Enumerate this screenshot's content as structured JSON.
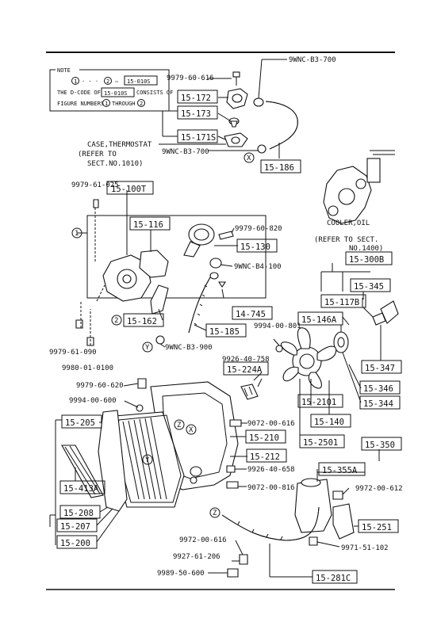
{
  "note": {
    "title": "NOTE",
    "line1_a": "1",
    "line1_dots": "· · ·",
    "line1_b": "2",
    "line1_arrow": "⇨",
    "line1_code": "15-010S",
    "line2_a": "THE D-CODE OF",
    "line2_code": "15-010S",
    "line2_b": "CONSISTS OF",
    "line3_a": "FIGURE NUMBERS",
    "line3_n1": "1",
    "line3_b": "THROUGH",
    "line3_n2": "2"
  },
  "boxes": {
    "b15_172": "15-172",
    "b15_173": "15-173",
    "b15_171S": "15-171S",
    "b15_186": "15-186",
    "b15_100T": "15-100T",
    "b15_116": "15-116",
    "b15_130": "15-130",
    "b15_162": "15-162",
    "b14_745": "14-745",
    "b15_185": "15-185",
    "b15_300B": "15-300B",
    "b15_345": "15-345",
    "b15_117B": "15-117B",
    "b15_146A": "15-146A",
    "b15_347": "15-347",
    "b15_346": "15-346",
    "b15_344": "15-344",
    "b15_224A": "15-224A",
    "b15_2101": "15-2101",
    "b15_140": "15-140",
    "b15_2501": "15-2501",
    "b15_205": "15-205",
    "b15_210": "15-210",
    "b15_212": "15-212",
    "b15_413A": "15-413A",
    "b15_208": "15-208",
    "b15_207": "15-207",
    "b15_200": "15-200",
    "b15_350": "15-350",
    "b15_355A": "15-355A",
    "b15_251": "15-251",
    "b15_281C": "15-281C"
  },
  "labels": {
    "p9WNC_B3_700_top": "9WNC-B3-700",
    "p9979_60_616": "9979-60-616",
    "p9WNC_B3_700_mid": "9WNC-B3-700",
    "case_thermostat_1": "CASE,THERMOSTAT",
    "case_thermostat_2": "(REFER TO",
    "case_thermostat_3": "SECT.NO.1010)",
    "p9979_61_025": "9979-61-025",
    "p9979_60_820": "9979-60-820",
    "p9WNC_B4_100": "9WNC-B4-100",
    "cooler_1": "COOLER,OIL",
    "cooler_2": "(REFER TO SECT.",
    "cooler_3": "NO.1400)",
    "p9WNC_B3_900": "9WNC-B3-900",
    "p9994_00_801": "9994-00-801",
    "p9979_61_090": "9979-61-090",
    "p9980_01_0100": "9980-01-0100",
    "p9926_40_758": "9926-40-758",
    "p9979_60_620": "9979-60-620",
    "p9994_00_600": "9994-00-600",
    "p9072_00_616": "9072-00-616",
    "p9926_40_658": "9926-40-658",
    "p9072_00_816": "9072-00-816",
    "p9972_00_612": "9972-00-612",
    "p9972_00_616": "9972-00-616",
    "p9971_51_102": "9971-51-102",
    "p9927_61_206": "9927-61-206",
    "p9989_50_600": "9989-50-600"
  },
  "markers": {
    "x_top": "X",
    "one": "1",
    "two": "2",
    "y_mid": "Y",
    "z_shroud": "Z",
    "x_shroud": "X",
    "y_rad": "Y",
    "z_bottom": "Z"
  }
}
